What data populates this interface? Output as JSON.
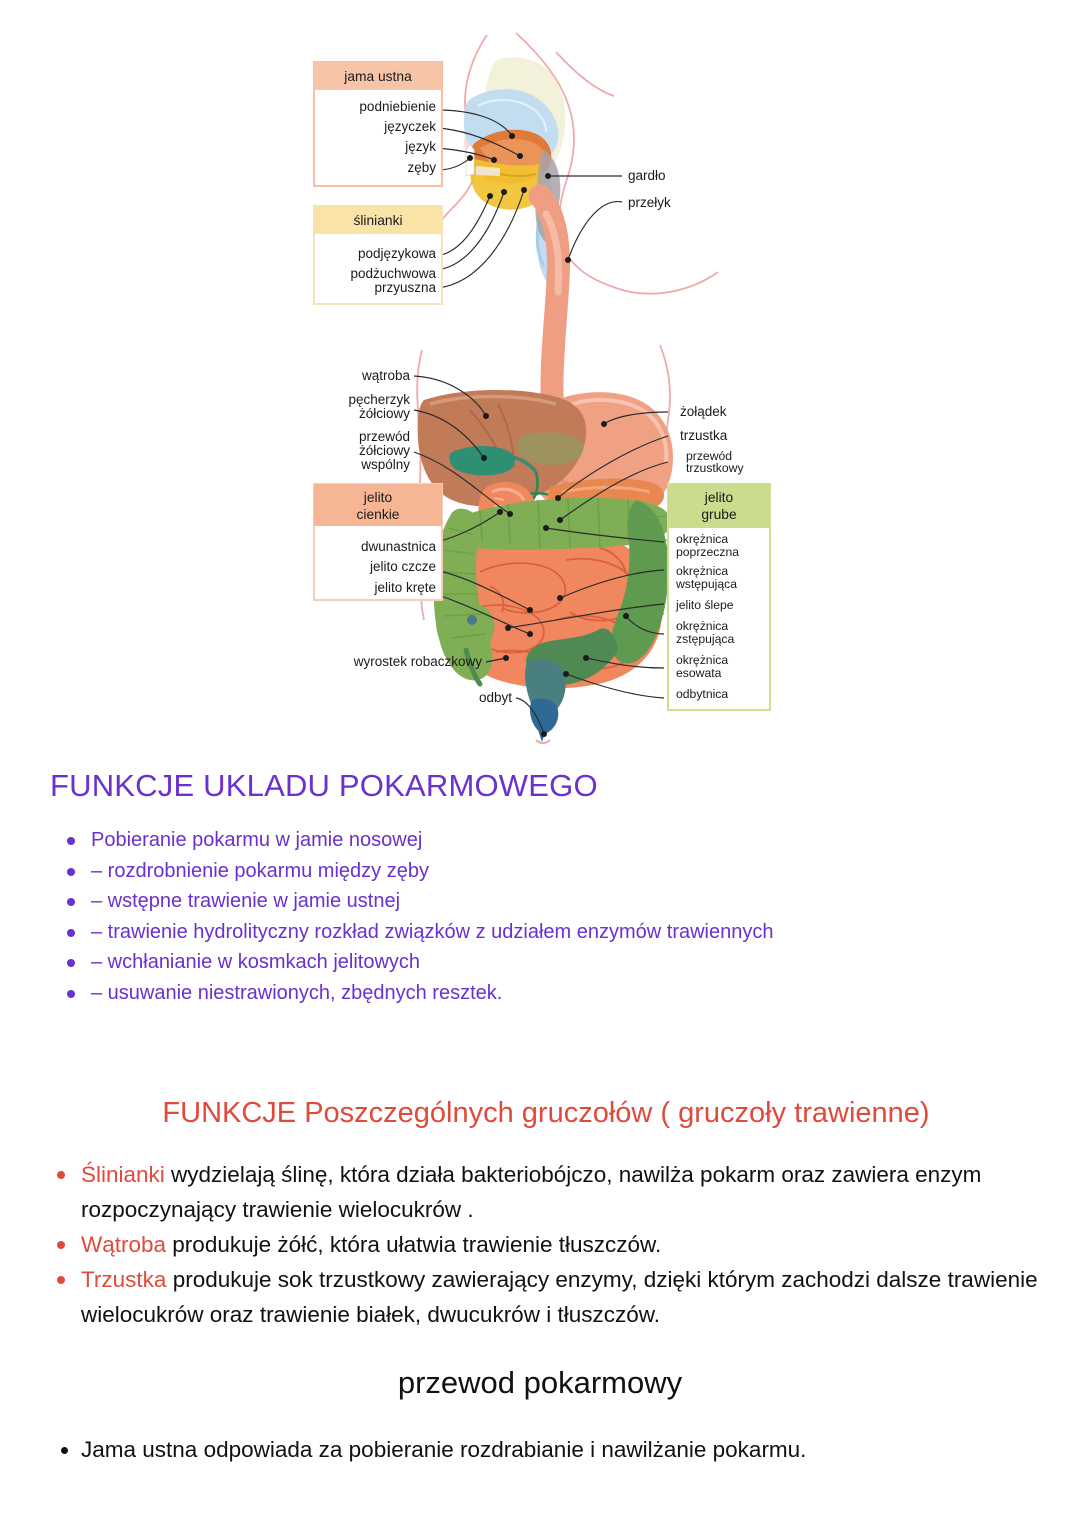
{
  "diagram": {
    "name": "human-digestive-system-diagram",
    "colors": {
      "mouth_box_header": "#f6c4a6",
      "mouth_box_border": "#f6c4a6",
      "salivary_box_header": "#f9e3a6",
      "salivary_box_border": "#f7e9c2",
      "small_intestine_box_header": "#f6b695",
      "small_intestine_box_border": "#f7cdb6",
      "large_intestine_box_header": "#cbdd8c",
      "large_intestine_box_border": "#cde08e",
      "body_outline": "#f0a9ad",
      "esophagus": "#f0a68c",
      "liver": "#c07a5a",
      "gallbladder": "#2f8f73",
      "stomach": "#f0a183",
      "pancreas": "#e8874f",
      "small_intestine": "#f0875e",
      "large_intestine": "#7fae55",
      "colon_dark": "#4f8a53",
      "rectum": "#4a7f80",
      "anus": "#2f6a96",
      "palate": "#bdd9ef",
      "tongue": "#e6863f",
      "teeth": "#ffffff"
    },
    "boxes": [
      {
        "key": "jama-ustna",
        "title": "jama ustna",
        "items": [
          "podniebienie",
          "języczek",
          "język",
          "zęby"
        ]
      },
      {
        "key": "slinianki",
        "title": "ślinianki",
        "items": [
          "podjęzykowa",
          "podżuchwowa",
          "przyuszna"
        ]
      },
      {
        "key": "jelito-cienkie",
        "title_line1": "jelito",
        "title_line2": "cienkie",
        "items": [
          "dwunastnica",
          "jelito czcze",
          "jelito kręte"
        ]
      },
      {
        "key": "jelito-grube",
        "title_line1": "jelito",
        "title_line2": "grube",
        "items": [
          "okrężnica",
          "poprzeczna",
          "okrężnica",
          "wstępująca",
          "jelito ślepe",
          "okrężnica",
          "zstępująca",
          "okrężnica",
          "esowata",
          "odbytnica"
        ]
      }
    ],
    "free_labels": {
      "gardlo": "gardło",
      "przelyk": "przełyk",
      "watroba": "wątroba",
      "pecherzyk_1": "pęcherzyk",
      "pecherzyk_2": "żółciowy",
      "przewod_zolciowy_1": "przewód",
      "przewod_zolciowy_2": "żółciowy",
      "przewod_zolciowy_3": "wspólny",
      "zoladek": "żołądek",
      "trzustka": "trzustka",
      "przewod_trzustkowy_1": "przewód",
      "przewod_trzustkowy_2": "trzustkowy",
      "wyrostek": "wyrostek robaczkowy",
      "odbyt": "odbyt"
    }
  },
  "section_functions": {
    "heading": "FUNKCJE UKLADU POKARMOWEGO",
    "heading_color": "#6a30d0",
    "items": [
      "Pobieranie pokarmu w jamie nosowej",
      "– rozdrobnienie pokarmu między zęby",
      "– wstępne trawienie w jamie ustnej",
      "– trawienie hydrolityczny rozkład związków z udziałem enzymów trawiennych",
      "– wchłanianie w kosmkach jelitowych",
      "– usuwanie niestrawionych, zbędnych resztek."
    ]
  },
  "section_glands": {
    "heading": "FUNKCJE Poszczególnych gruczołów ( gruczoły trawienne)",
    "heading_color": "#e04a3b",
    "items": [
      {
        "keyword": "Ślinianki",
        "rest": " wydzielają ślinę, która działa bakteriobójczo, nawilża pokarm oraz zawiera enzym rozpoczynający trawienie wielocukrów ."
      },
      {
        "keyword": "Wątroba",
        "rest": " produkuje żółć, która ułatwia trawienie tłuszczów."
      },
      {
        "keyword": "Trzustka",
        "rest": " produkuje sok trzustkowy zawierający enzymy, dzięki którym zachodzi dalsze trawienie wielocukrów oraz trawienie białek, dwucukrów i tłuszczów."
      }
    ]
  },
  "section_tract": {
    "heading": "przewod pokarmowy",
    "heading_color": "#111111",
    "items": [
      "Jama ustna odpowiada za pobieranie rozdrabianie i nawilżanie pokarmu."
    ]
  }
}
